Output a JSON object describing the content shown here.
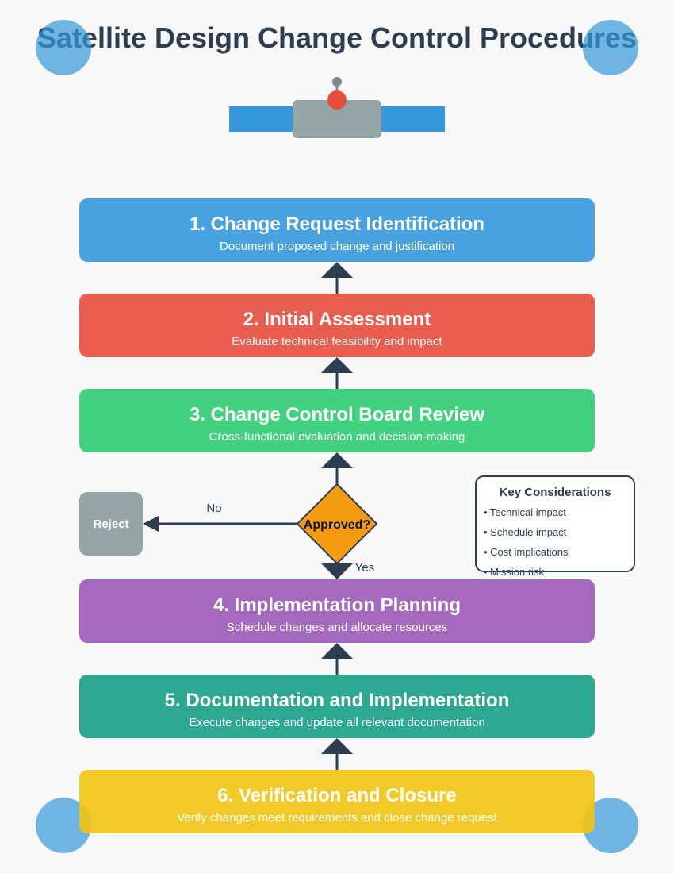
{
  "title": "Satellite Design Change Control Procedures",
  "colors": {
    "title": "#2c3e50",
    "arrow": "#2c3e50",
    "corner_circle": "#3498db",
    "satellite_body": "#95a5a6",
    "satellite_panel": "#3498db",
    "satellite_antenna_tip": "#e74c3c",
    "decision": "#f39c12",
    "reject": "#95a5a6"
  },
  "steps": [
    {
      "title": "1. Change Request Identification",
      "subtitle": "Document proposed change and justification",
      "color": "#3498db"
    },
    {
      "title": "2. Initial Assessment",
      "subtitle": "Evaluate technical feasibility and impact",
      "color": "#e74c3c"
    },
    {
      "title": "3. Change Control Board Review",
      "subtitle": "Cross-functional evaluation and decision-making",
      "color": "#2ecc71"
    },
    {
      "title": "4. Implementation Planning",
      "subtitle": "Schedule changes and allocate resources",
      "color": "#9b59b6"
    },
    {
      "title": "5. Documentation and Implementation",
      "subtitle": "Execute changes and update all relevant documentation",
      "color": "#16a085"
    },
    {
      "title": "6. Verification and Closure",
      "subtitle": "Verify changes meet requirements and close change request",
      "color": "#f1c40f"
    }
  ],
  "decision": {
    "label": "Approved?",
    "yes_label": "Yes",
    "no_label": "No"
  },
  "reject": {
    "label": "Reject"
  },
  "key_considerations": {
    "title": "Key Considerations",
    "items": [
      "• Technical impact",
      "• Schedule impact",
      "• Cost implications",
      "• Mission risk"
    ]
  }
}
